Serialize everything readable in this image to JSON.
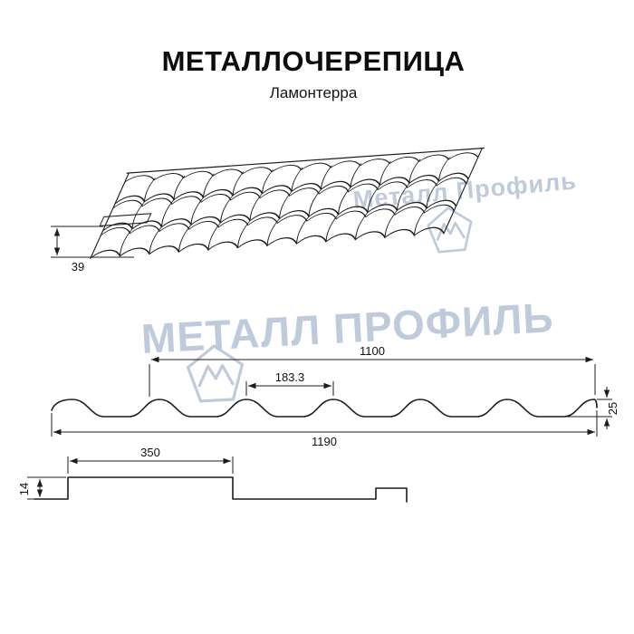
{
  "header": {
    "title": "МЕТАЛЛОЧЕРЕПИЦА",
    "subtitle": "Ламонтерра"
  },
  "watermark": {
    "small_text": "Металл Профиль",
    "large_text": "МЕТАЛЛ ПРОФИЛЬ",
    "color": "#b7c4d7"
  },
  "dimensions": {
    "perspective_height": "39",
    "cover_width": "1100",
    "wave_step": "183.3",
    "profile_height": "25",
    "full_width": "1190",
    "module_length": "350",
    "step_height": "14"
  },
  "colors": {
    "background": "#ffffff",
    "line": "#1c1c1c"
  }
}
